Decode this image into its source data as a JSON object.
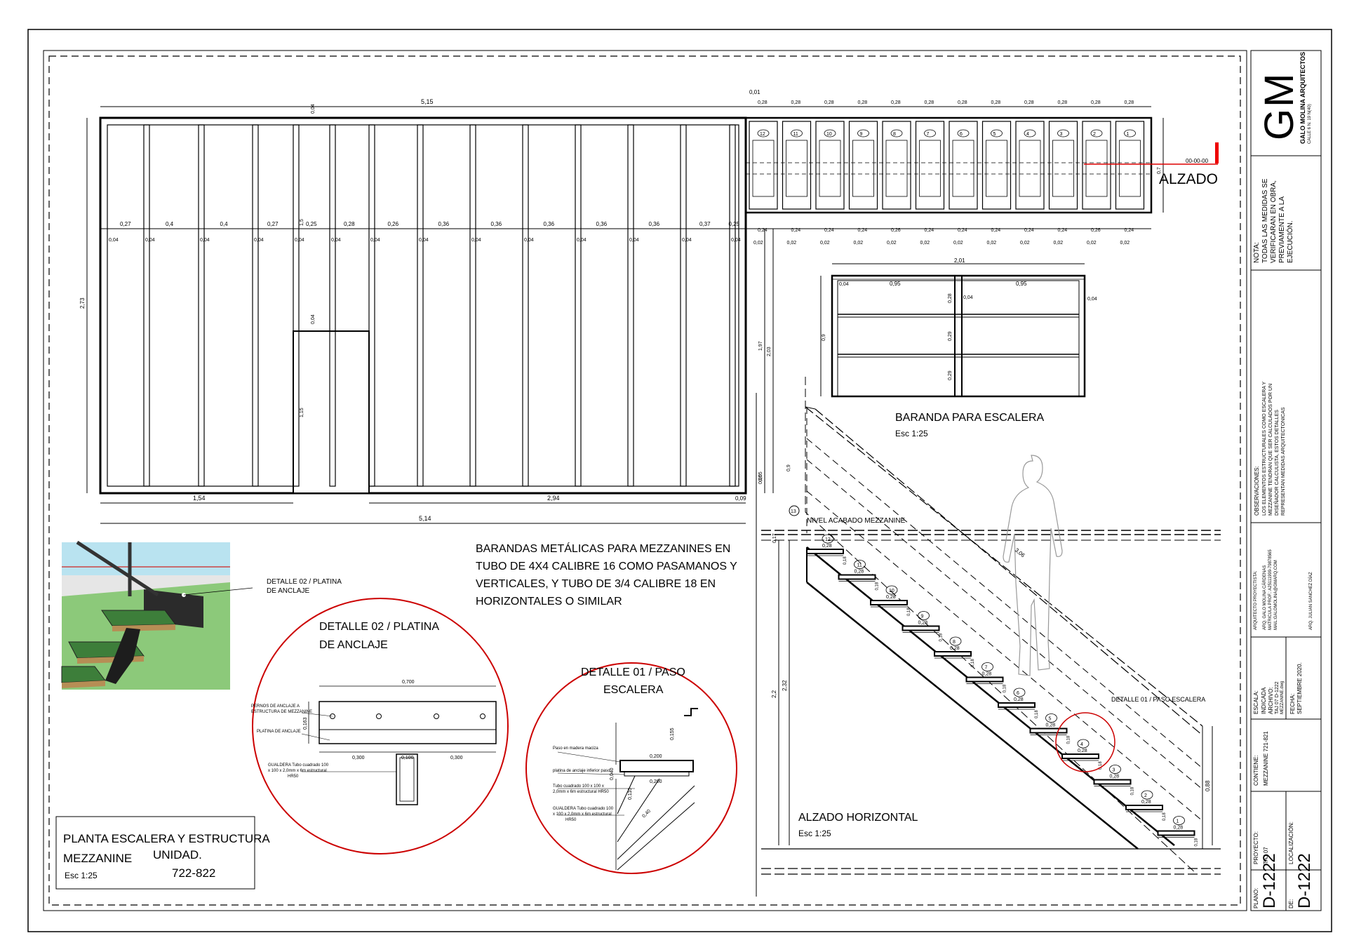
{
  "plan": {
    "title_line1": "PLANTA ESCALERA Y ESTRUCTURA",
    "title_line2": "MEZZANINE",
    "unit_label": "UNIDAD.",
    "unit_value": "722-822",
    "scale": "Esc  1:25"
  },
  "note_main": [
    "BARANDAS METÁLICAS PARA MEZZANINES EN",
    "TUBO DE 4X4 CALIBRE 16 COMO PASAMANOS Y",
    "VERTICALES, Y TUBO DE 3/4 CALIBRE 18 EN",
    "HORIZONTALES O SIMILAR"
  ],
  "alzado_label": "ALZADO",
  "alzado_code": "00-00-00",
  "baranda": {
    "title": "BARANDA PARA ESCALERA",
    "scale": "Esc  1:25",
    "dims": {
      "total": "2,01",
      "left": "0,95",
      "right": "0,95",
      "post_l": "0,04",
      "post_r": "0,04",
      "post_m": "0,04",
      "height": "0,9",
      "row1": "0,28",
      "row2": "0,29",
      "row3": "0,29"
    }
  },
  "alzado_horizontal": {
    "title": "ALZADO HORIZONTAL",
    "scale": "Esc  1:25",
    "nivel": "NIVEL ACABADO MEZZANINE",
    "detalle_ref": "DETALLE 01 / PASO ESCALERA",
    "diag": "3,06",
    "h1": "2,2",
    "h2": "2,32",
    "h3": "0,88",
    "h4": "0,17",
    "h5": "0,9",
    "h6": "0,05",
    "step": "0,28",
    "riser": "0,18",
    "top_step": "13"
  },
  "detalle02": {
    "title_line1": "DETALLE 02 / PLATINA",
    "title_line2": "DE ANCLAJE",
    "ref_label_1": "DETALLE 02 / PLATINA",
    "ref_label_2": "DE ANCLAJE",
    "width": "0,700",
    "s1": "0,300",
    "s2": "0,100",
    "s3": "0,300",
    "h": "0,163",
    "note1": "PERNOS DE ANCLAJE A",
    "note1b": "ESTRUCTURA DE MEZZANINE",
    "note2": "PLATINA DE ANCLAJE",
    "note3": "GUALDERA Tubo cuadrado 100",
    "note3b": "x 100 x 2,0mm x 6m estructural",
    "note3c": "HR50"
  },
  "detalle01": {
    "title_line1": "DETALLE 01 / PASO",
    "title_line2": "ESCALERA",
    "w1": "0,200",
    "w2": "0,200",
    "h1": "0,155",
    "h2": "0,040",
    "h3": "0,110",
    "diag": "0,40",
    "note1": "Paso en madera maciza",
    "note2": "platina de anclaje inferior paso",
    "note3": "Tubo cuadrado 100 x 100 x",
    "note3b": "2,0mm x 6m estructural HR50",
    "note4": "GUALDERA Tubo cuadrado 100",
    "note4b": "x 100 x 2,0mm x 6m estructural",
    "note4c": "HR50"
  },
  "dims_top": {
    "left_total": "5,15",
    "gap": "0,01",
    "step_w": "0,28",
    "left_bottom": "1,54",
    "mid_bottom": "2,94",
    "right_bottom": "0,09",
    "overall": "5,14",
    "height": "2,73",
    "h_small": "1,5",
    "h_door": "1,15",
    "post": "0,04",
    "stair_h": "0,7",
    "h197": "1,97",
    "h203": "2,03",
    "p05": "0,05"
  },
  "bays": [
    "0,27",
    "0,4",
    "0,4",
    "0,27",
    "0,25",
    "0,28",
    "0,26",
    "0,36",
    "0,36",
    "0,36",
    "0,36",
    "0,36",
    "0,37",
    "0,25",
    "0,26"
  ],
  "stair_gaps": [
    "0,24",
    "0,24",
    "0,24",
    "0,24",
    "0,26",
    "0,24",
    "0,24",
    "0,24",
    "0,24",
    "0,24",
    "0,26"
  ],
  "sub_posts": [
    "0,04",
    "0,02"
  ],
  "steps": [
    "12",
    "11",
    "10",
    "9",
    "8",
    "7",
    "6",
    "5",
    "4",
    "3",
    "2",
    "1"
  ],
  "titleblock": {
    "logo": "GM",
    "firm": "GALO MOLINA ARQUITECTOS",
    "firm_sub": "CALLE 6 N. 19 N(40)",
    "nota_head": "NOTA:",
    "nota": [
      "TODAS LAS MEDIDAS SE",
      "VERIFICARAN EN OBRA,",
      "PREVIAMENTE A LA",
      "EJECUCIÓN."
    ],
    "obs_head": "OBSERVACIONES:",
    "obs": [
      "LOS ELEMENTOS ESTRUCTURALES COMO ESCALERA Y",
      "MEZZANINE TENDRAN QUE SER CALCULADOS POR UN",
      "DISEÑADOR CALCULISTA, ESTOS DETALLES",
      "REPRESENTAN MEDIDAS ARQUITECTONICAS"
    ],
    "arq_head": "ARQUITECTO PROYECTISTA:",
    "arq": [
      "ARQ. GALO MOLINA CÁRDENAS",
      "MATRICULA PROF.: A25111999-79878565",
      "MAIL:GALOMOLINA@GMARQ.COM"
    ],
    "arq2": "ARQ. JULIAN SANCHEZ DÍAZ",
    "escala_head": "ESCALA:",
    "escala": "INDICADA",
    "archivo_head": "ARCHIVO:",
    "archivo": "TAJ 07 D-1222",
    "archivo2": "MEZZANINE.dwg",
    "fecha_head": "FECHA:",
    "fecha": "SEPTIEMBRE 2020.",
    "contiene_head": "CONTIENE:",
    "contiene": "MEZZANINE 721-821",
    "proyecto_head": "PROYECTO:",
    "proyecto": "TAJ 07",
    "local_head": "LOCALIZACIÓN:",
    "plano_head": "PLANO:",
    "plano": "D-1222",
    "de_head": "DE:",
    "de": "D-1222"
  }
}
